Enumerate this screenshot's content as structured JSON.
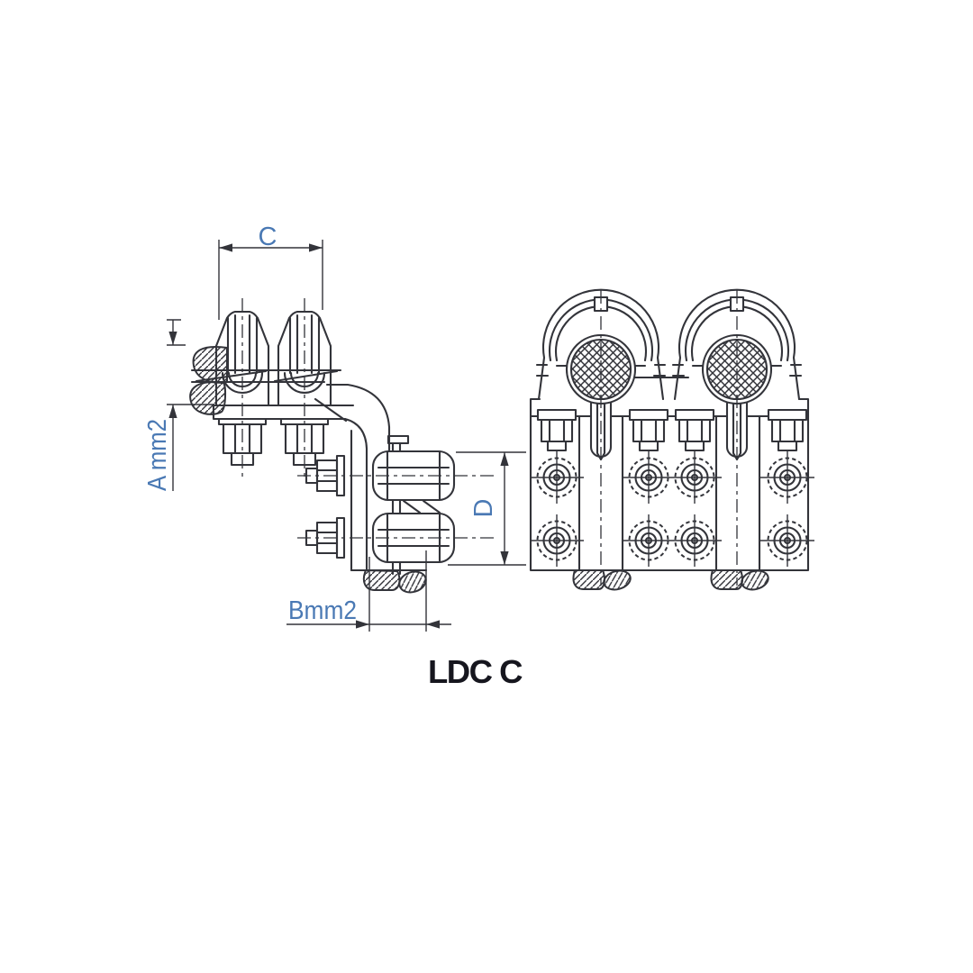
{
  "drawing": {
    "caption": "LDC C",
    "labels": {
      "top_width": "C",
      "upper_conductor": "A mm2",
      "lower_conductor": "Bmm2",
      "clamp_height": "D"
    },
    "colors": {
      "background": "#ffffff",
      "line": "#33343a",
      "dimension_label": "#4a79b4",
      "caption_text": "#16161e"
    }
  }
}
